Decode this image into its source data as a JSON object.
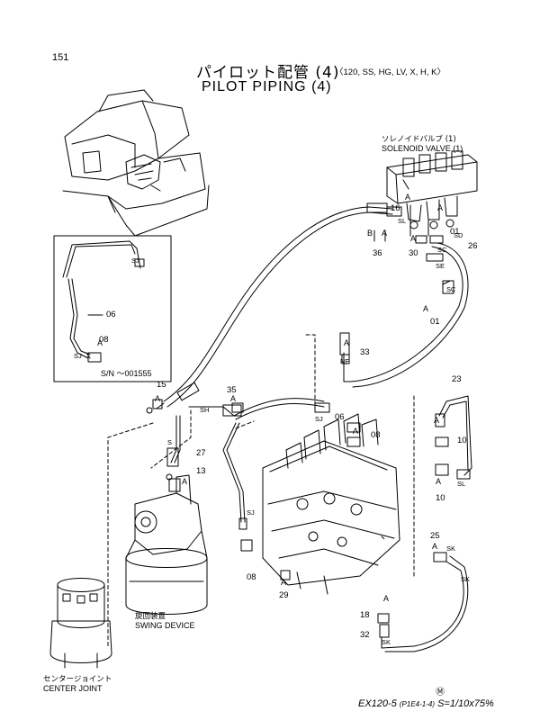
{
  "header": {
    "page_number": "151",
    "title_jp": "パイロット配管 (4)",
    "title_models": "〈120, SS, HG, LV, X, H, K〉",
    "title_en": "PILOT PIPING (4)"
  },
  "labels": {
    "solenoid_jp": "ソレノイドバルブ (1)",
    "solenoid_en": "SOLENOID VALVE (1)",
    "swing_jp": "旋回装置",
    "swing_en": "SWING DEVICE",
    "center_jp": "センタージョイント",
    "center_en": "CENTER JOINT",
    "serial": "S/N  ～001555"
  },
  "part_numbers": {
    "p16": "16",
    "p01a": "01",
    "p30": "30",
    "p26": "26",
    "p36": "36",
    "p01b": "01",
    "p33": "33",
    "p06a": "06",
    "p08a": "08",
    "p15": "15",
    "p35": "35",
    "p06b": "06",
    "p08b": "08",
    "p23": "23",
    "p10a": "10",
    "p27": "27",
    "p13": "13",
    "p10b": "10",
    "p25": "25",
    "p08c": "08",
    "p29": "29",
    "p18": "18",
    "p32": "32"
  },
  "callout_letters": {
    "a": "A",
    "b": "B",
    "sj": "SJ",
    "sl": "SL",
    "sh": "SH",
    "sk": "SK",
    "sd": "SD",
    "sc": "SC",
    "se": "SE",
    "s": "S",
    "ne": "NE"
  },
  "footer": {
    "code": "EX120-5",
    "ref": "(P1E4-1-4)",
    "scale": "S=1/10x75%",
    "mark": "Ⓜ"
  }
}
